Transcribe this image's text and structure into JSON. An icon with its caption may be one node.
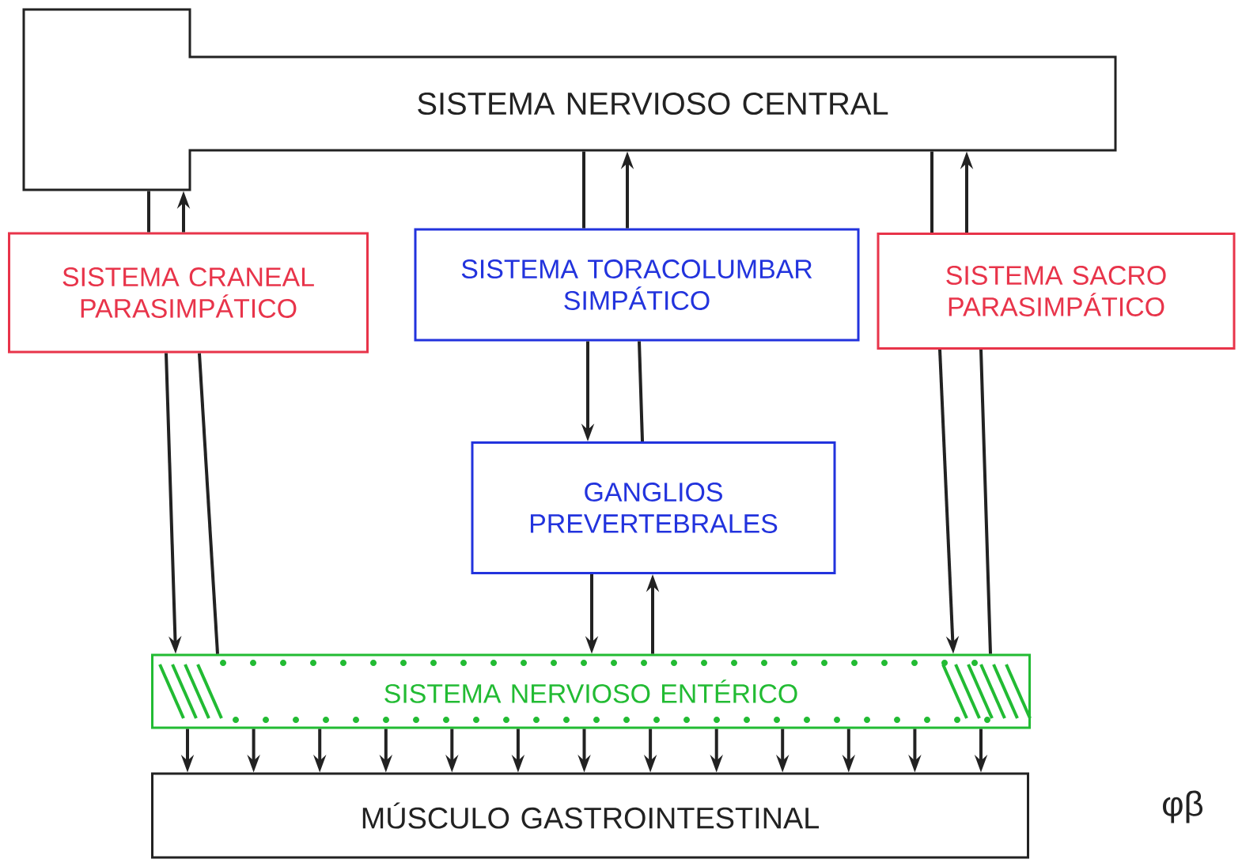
{
  "diagram": {
    "nodes": [
      {
        "text": [
          "SISTEMA NERVIOSO CENTRAL"
        ]
      },
      {
        "text": [
          "SISTEMA CRANEAL PARASIMPÁTICO"
        ]
      },
      {
        "text": [
          "SISTEMA TORACOLUMBAR SIMPÁTICO"
        ]
      },
      {
        "text": [
          "SISTEMA SACRO PARASIMPÁTICO"
        ]
      },
      {
        "text": [
          "GANGLIOS PREVERTEBRALES"
        ]
      },
      {
        "text": [
          "SISTEMA NERVIOSO ENTÉRICO"
        ]
      },
      {
        "text": [
          "MÚSCULO GASTROINTESTINAL"
        ]
      }
    ],
    "edges": [
      {
        "from": 0,
        "to": 1,
        "arrow": "none"
      },
      {
        "from": 1,
        "to": 0,
        "arrow": "to"
      },
      {
        "from": 0,
        "to": 2,
        "arrow": "none"
      },
      {
        "from": 2,
        "to": 0,
        "arrow": "to"
      },
      {
        "from": 0,
        "to": 3,
        "arrow": "none"
      },
      {
        "from": 3,
        "to": 0,
        "arrow": "to"
      },
      {
        "from": 1,
        "to": 5,
        "arrow": "to"
      },
      {
        "from": 1,
        "to": 5,
        "arrow": "none"
      },
      {
        "from": 2,
        "to": 4,
        "arrow": "to"
      },
      {
        "from": 2,
        "to": 4,
        "arrow": "none"
      },
      {
        "from": 3,
        "to": 5,
        "arrow": "to"
      },
      {
        "from": 3,
        "to": 5,
        "arrow": "none"
      },
      {
        "from": 4,
        "to": 5,
        "arrow": "to"
      },
      {
        "from": 5,
        "to": 4,
        "arrow": "to"
      },
      {
        "from": 5,
        "to": 6,
        "arrow": "to"
      },
      {
        "from": 5,
        "to": 6,
        "arrow": "to"
      },
      {
        "from": 5,
        "to": 6,
        "arrow": "to"
      },
      {
        "from": 5,
        "to": 6,
        "arrow": "to"
      },
      {
        "from": 5,
        "to": 6,
        "arrow": "to"
      },
      {
        "from": 5,
        "to": 6,
        "arrow": "to"
      },
      {
        "from": 5,
        "to": 6,
        "arrow": "to"
      },
      {
        "from": 5,
        "to": 6,
        "arrow": "to"
      },
      {
        "from": 5,
        "to": 6,
        "arrow": "to"
      },
      {
        "from": 5,
        "to": 6,
        "arrow": "to"
      },
      {
        "from": 5,
        "to": 6,
        "arrow": "to"
      },
      {
        "from": 5,
        "to": 6,
        "arrow": "to"
      },
      {
        "from": 5,
        "to": 6,
        "arrow": "to"
      }
    ],
    "labels": [
      "φβ"
    ]
  }
}
